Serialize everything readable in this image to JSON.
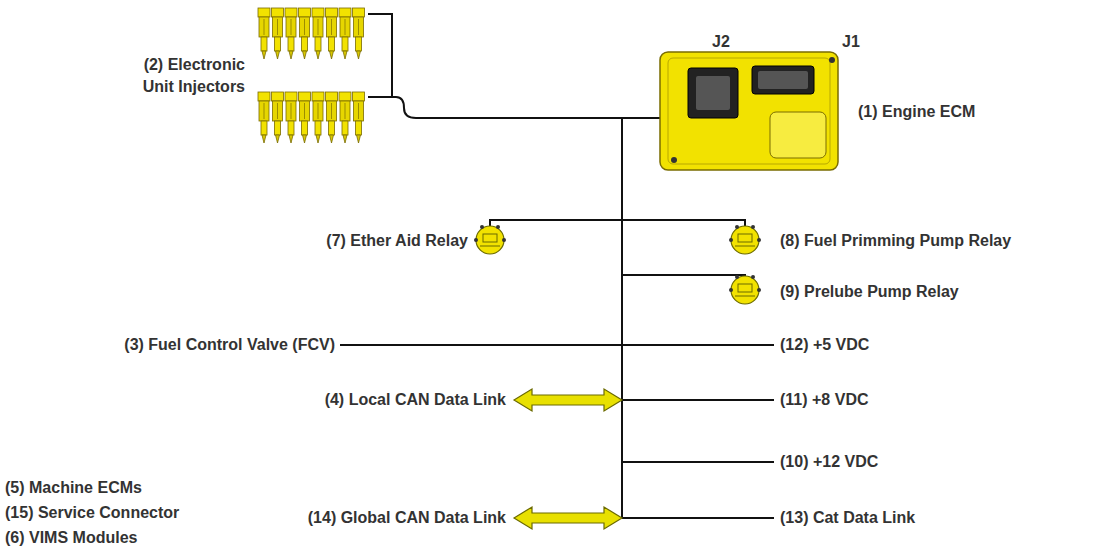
{
  "diagram": {
    "labels": [
      "J2",
      "J1",
      "(2) Electronic Unit Injectors",
      "(1) Engine ECM",
      "(7) Ether Aid Relay",
      "(8) Fuel Primming Pump Relay",
      "(9) Prelube Pump Relay",
      "(3) Fuel Control Valve (FCV)",
      "(12) +5 VDC",
      "(4) Local CAN Data Link",
      "(11) +8 VDC",
      "(10) +12 VDC",
      "(5) Machine ECMs",
      "(15) Service Connector",
      "(6) VIMS Modules",
      "(14) Global CAN Data Link",
      "(13) Cat Data Link"
    ]
  }
}
